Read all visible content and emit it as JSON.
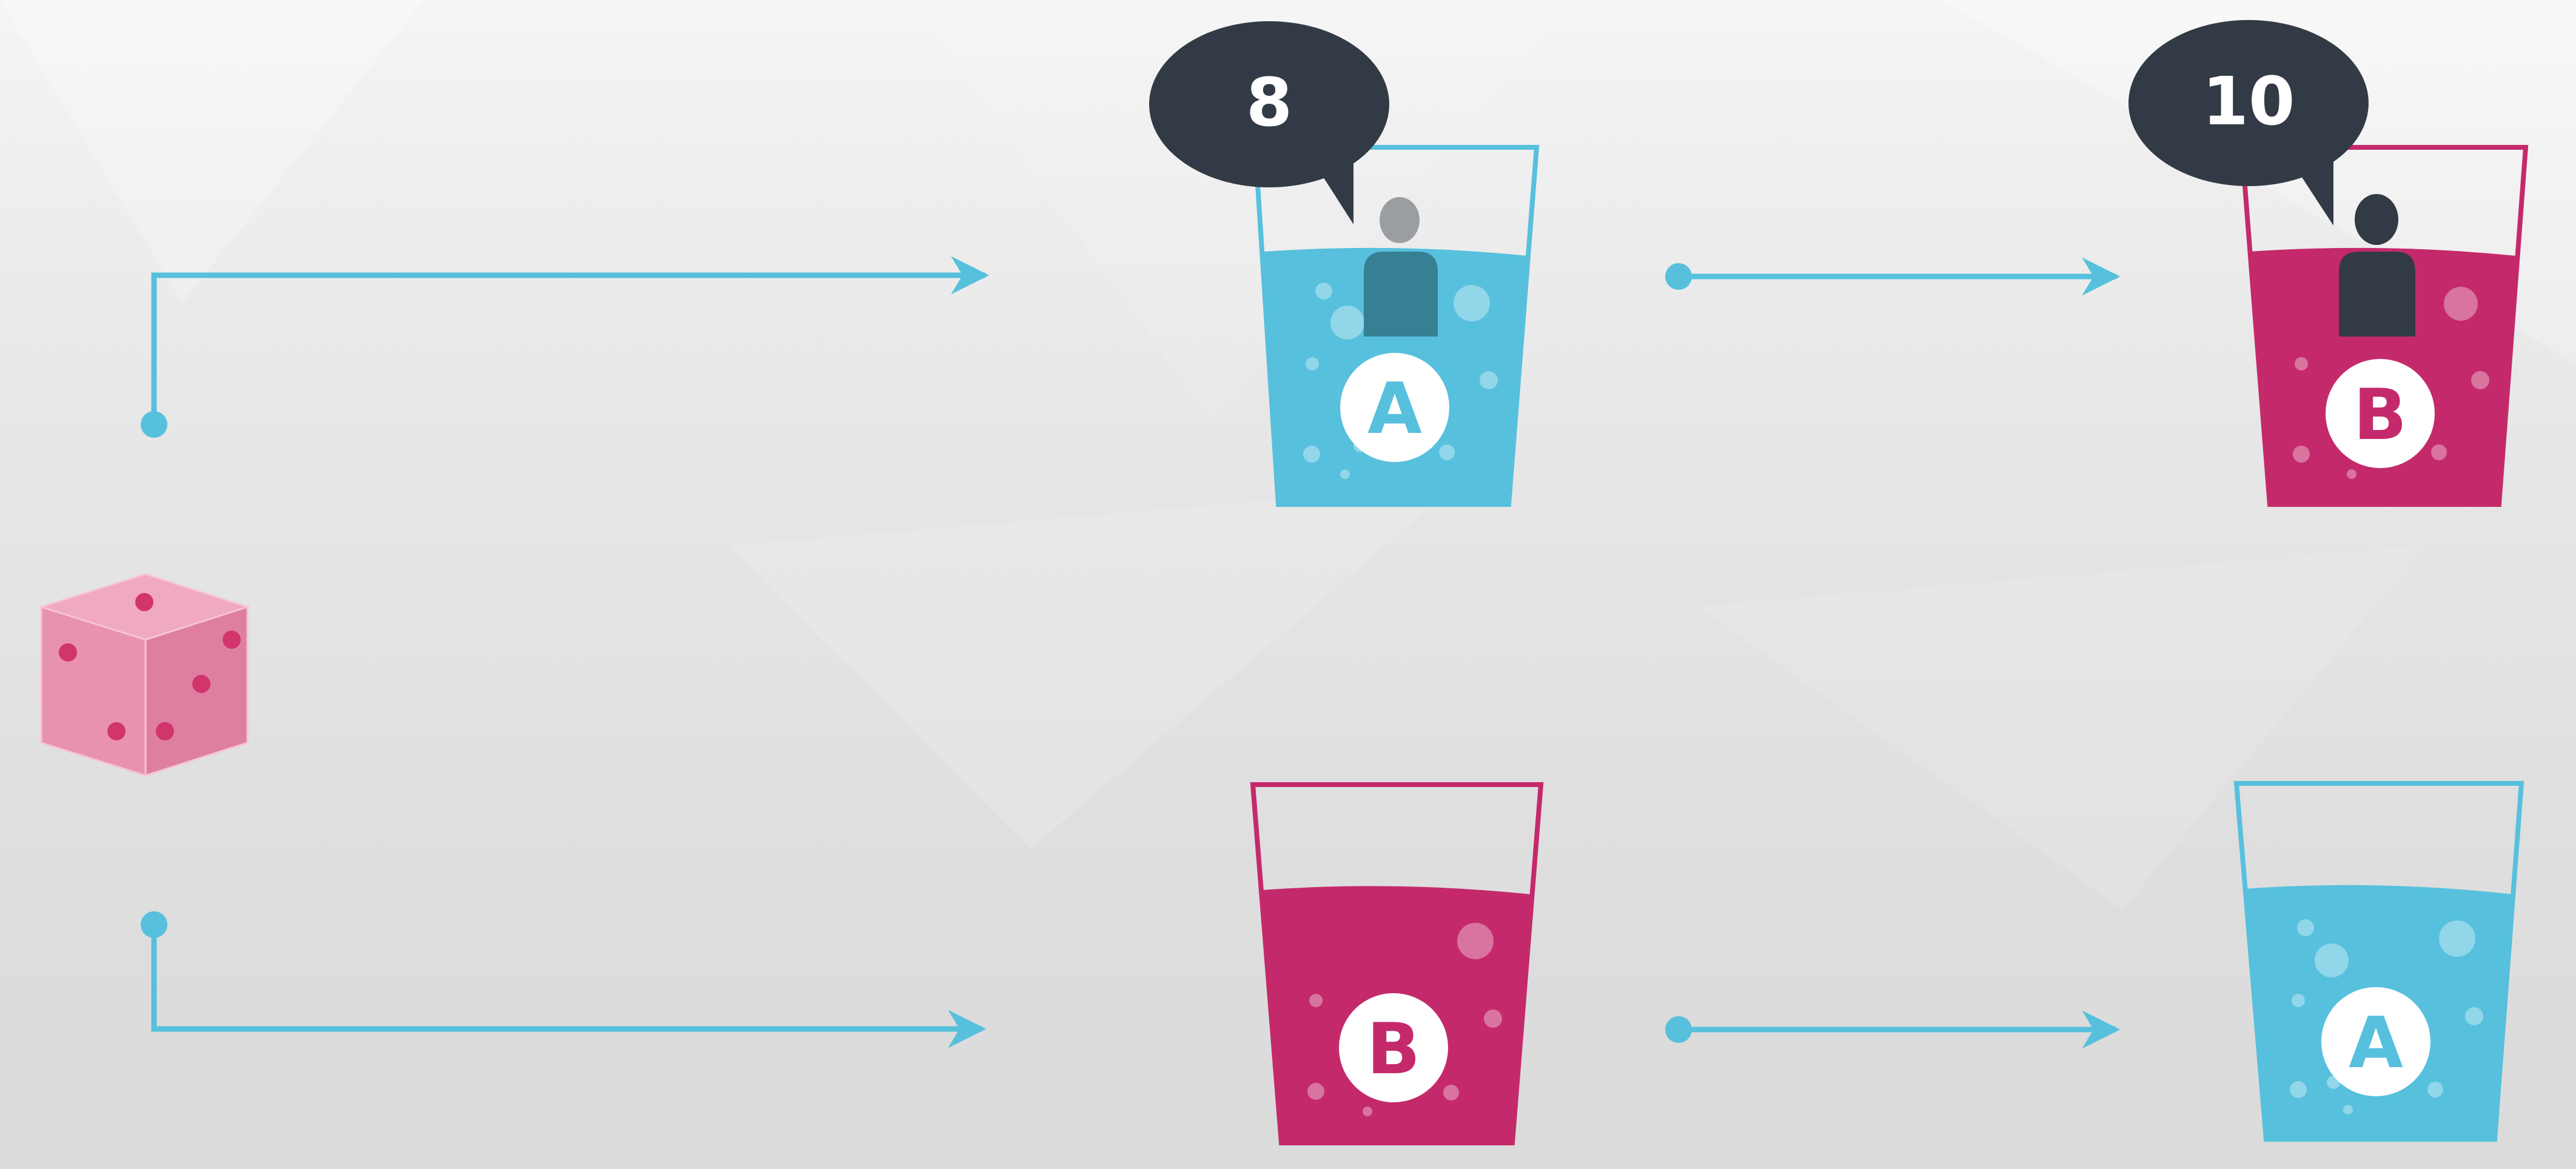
{
  "colors": {
    "teal": "#57c0dd",
    "teal_dark": "#2e8fac",
    "magenta": "#c42a6b",
    "magenta_dark": "#a11d55",
    "dice_face": "#e892b0",
    "dice_top": "#f0a9c2",
    "dice_side": "#de7fa2",
    "dice_pip": "#d2346c",
    "bubble": "#323b45",
    "person_light": "#9a9ea2",
    "person_dark": "#323b45",
    "background": "#f0f0f0"
  },
  "icons": {
    "dice": "dice-icon",
    "glass": "glass-icon",
    "person": "person-icon",
    "bubble": "speech-bubble-icon",
    "arrow": "arrow-icon"
  },
  "top_row": {
    "first_glass": {
      "label": "A",
      "liquid": "teal",
      "rating": "8"
    },
    "second_glass": {
      "label": "B",
      "liquid": "magenta",
      "rating": "10"
    }
  },
  "bottom_row": {
    "first_glass": {
      "label": "B",
      "liquid": "magenta"
    },
    "second_glass": {
      "label": "A",
      "liquid": "teal"
    }
  }
}
